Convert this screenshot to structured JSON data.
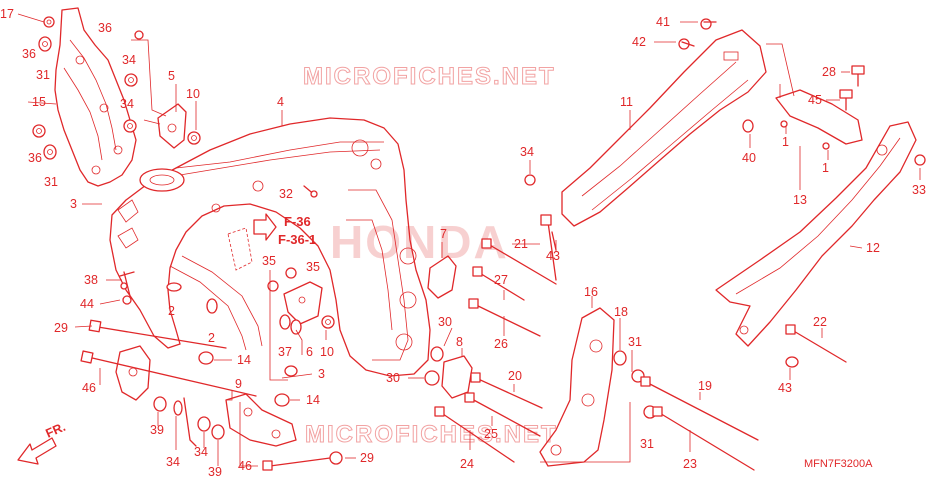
{
  "watermark": {
    "top": "MICROFICHES.NET",
    "middle": "HONDA",
    "bottom": "MICROFICHES.NET"
  },
  "refs": {
    "ref1": "F-36",
    "ref2": "F-36-1"
  },
  "front_label": "FR.",
  "diagram_code": "MFN7F3200A",
  "callouts": [
    {
      "id": "c17",
      "text": "17"
    },
    {
      "id": "c36a",
      "text": "36"
    },
    {
      "id": "c31a",
      "text": "31"
    },
    {
      "id": "c15",
      "text": "15"
    },
    {
      "id": "c36b",
      "text": "36"
    },
    {
      "id": "c31b",
      "text": "31"
    },
    {
      "id": "c3a",
      "text": "3"
    },
    {
      "id": "c36c",
      "text": "36"
    },
    {
      "id": "c34a",
      "text": "34"
    },
    {
      "id": "c34b",
      "text": "34"
    },
    {
      "id": "c5",
      "text": "5"
    },
    {
      "id": "c10a",
      "text": "10"
    },
    {
      "id": "c4",
      "text": "4"
    },
    {
      "id": "c32",
      "text": "32"
    },
    {
      "id": "c38",
      "text": "38"
    },
    {
      "id": "c44",
      "text": "44"
    },
    {
      "id": "c2a",
      "text": "2"
    },
    {
      "id": "c2b",
      "text": "2"
    },
    {
      "id": "c35a",
      "text": "35"
    },
    {
      "id": "c35b",
      "text": "35"
    },
    {
      "id": "c37",
      "text": "37"
    },
    {
      "id": "c6",
      "text": "6"
    },
    {
      "id": "c10b",
      "text": "10"
    },
    {
      "id": "c3b",
      "text": "3"
    },
    {
      "id": "c29a",
      "text": "29"
    },
    {
      "id": "c46a",
      "text": "46"
    },
    {
      "id": "c14a",
      "text": "14"
    },
    {
      "id": "c9",
      "text": "9"
    },
    {
      "id": "c14b",
      "text": "14"
    },
    {
      "id": "c39a",
      "text": "39"
    },
    {
      "id": "c34c",
      "text": "34"
    },
    {
      "id": "c34d",
      "text": "34"
    },
    {
      "id": "c39b",
      "text": "39"
    },
    {
      "id": "c46b",
      "text": "46"
    },
    {
      "id": "c29b",
      "text": "29"
    },
    {
      "id": "c34e",
      "text": "34"
    },
    {
      "id": "c7",
      "text": "7"
    },
    {
      "id": "c21",
      "text": "21"
    },
    {
      "id": "c43a",
      "text": "43"
    },
    {
      "id": "c27",
      "text": "27"
    },
    {
      "id": "c26",
      "text": "26"
    },
    {
      "id": "c30a",
      "text": "30"
    },
    {
      "id": "c8",
      "text": "8"
    },
    {
      "id": "c30b",
      "text": "30"
    },
    {
      "id": "c20",
      "text": "20"
    },
    {
      "id": "c25",
      "text": "25"
    },
    {
      "id": "c24",
      "text": "24"
    },
    {
      "id": "c16",
      "text": "16"
    },
    {
      "id": "c18",
      "text": "18"
    },
    {
      "id": "c31c",
      "text": "31"
    },
    {
      "id": "c31d",
      "text": "31"
    },
    {
      "id": "c19",
      "text": "19"
    },
    {
      "id": "c23",
      "text": "23"
    },
    {
      "id": "c41",
      "text": "41"
    },
    {
      "id": "c42",
      "text": "42"
    },
    {
      "id": "c11",
      "text": "11"
    },
    {
      "id": "c40",
      "text": "40"
    },
    {
      "id": "c28",
      "text": "28"
    },
    {
      "id": "c45",
      "text": "45"
    },
    {
      "id": "c1a",
      "text": "1"
    },
    {
      "id": "c1b",
      "text": "1"
    },
    {
      "id": "c13",
      "text": "13"
    },
    {
      "id": "c33",
      "text": "33"
    },
    {
      "id": "c12",
      "text": "12"
    },
    {
      "id": "c22",
      "text": "22"
    },
    {
      "id": "c43b",
      "text": "43"
    }
  ]
}
